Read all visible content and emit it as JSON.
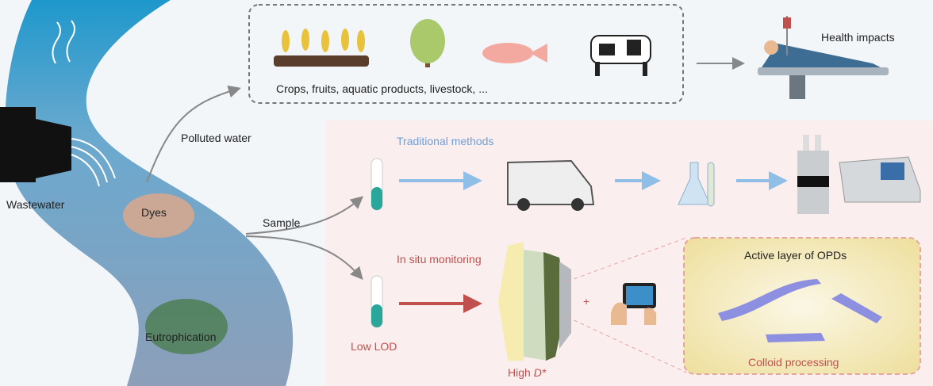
{
  "labels": {
    "wastewater": "Wastewater",
    "dyes": "Dyes",
    "eutrophication": "Eutrophication",
    "polluted_water": "Polluted water",
    "sample": "Sample",
    "products": "Crops, fruits, aquatic products, livestock, ...",
    "health_impacts": "Health impacts",
    "traditional_methods": "Traditional methods",
    "in_situ_monitoring": "In situ monitoring",
    "low_lod": "Low LOD",
    "high_d_prefix": "High ",
    "high_d_symbol": "D*",
    "plus": "+",
    "active_layer": "Active layer of OPDs",
    "colloid_processing": "Colloid processing"
  },
  "colors": {
    "river_top": "#2a9fd0",
    "river_bottom": "#8fa0b8",
    "panel_bg": "#fbeeee",
    "traditional": "#8fbfe6",
    "in_situ": "#c0504d",
    "inset_bg": "#f3e9b8"
  }
}
